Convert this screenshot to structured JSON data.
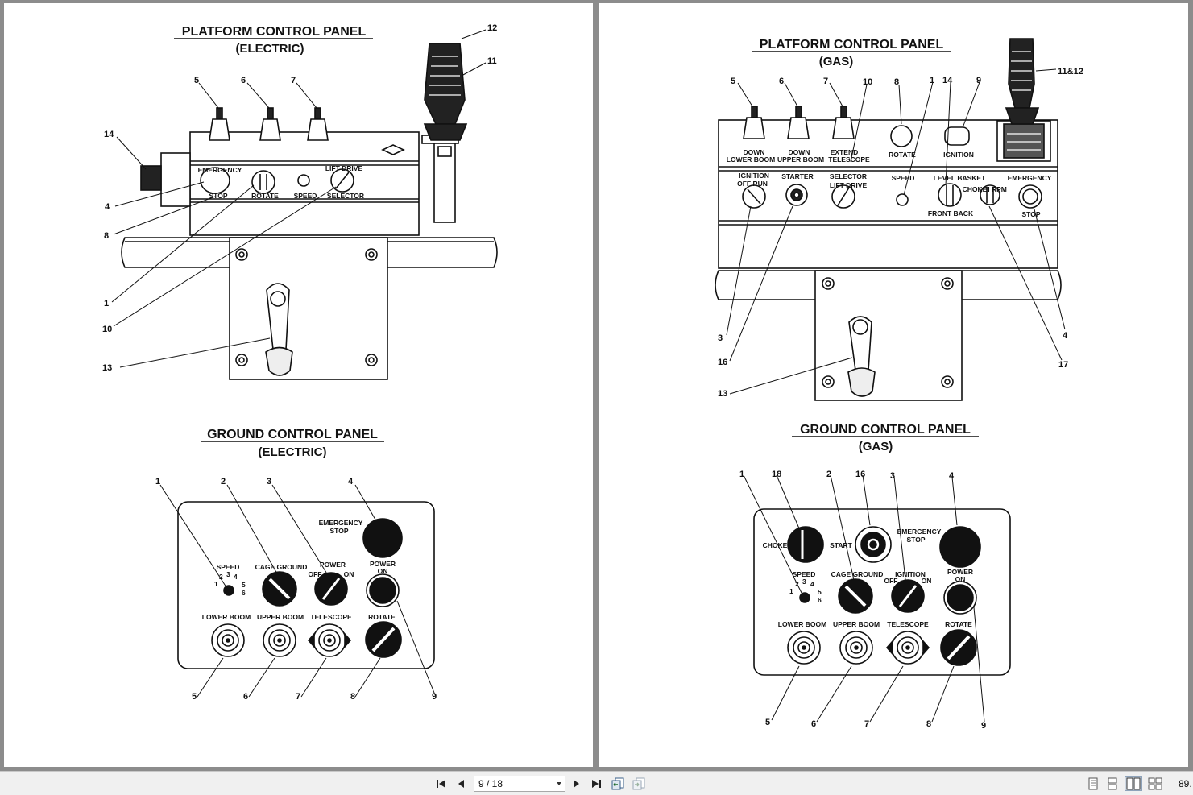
{
  "left_page": {
    "platform_title": "PLATFORM CONTROL PANEL",
    "platform_subtitle": "(ELECTRIC)",
    "ground_title": "GROUND CONTROL PANEL",
    "ground_subtitle": "(ELECTRIC)",
    "platform_labels": {
      "emergency": "EMERGENCY",
      "stop": "STOP",
      "rotate": "ROTATE",
      "speed": "SPEED",
      "lift_drive": "LIFT  DRIVE",
      "selector": "SELECTOR"
    },
    "platform_callouts": [
      "5",
      "6",
      "7",
      "12",
      "11",
      "14",
      "4",
      "8",
      "1",
      "10",
      "13"
    ],
    "ground_labels": {
      "emergency_stop_1": "EMERGENCY",
      "emergency_stop_2": "STOP",
      "speed": "SPEED",
      "cage_ground": "CAGE GROUND",
      "power": "POWER",
      "off": "OFF",
      "on": "ON",
      "power_on_1": "POWER",
      "power_on_2": "ON",
      "lower_boom": "LOWER BOOM",
      "upper_boom": "UPPER BOOM",
      "telescope": "TELESCOPE",
      "rotate": "ROTATE",
      "speed_digits": [
        "1",
        "2",
        "3",
        "4",
        "5",
        "6"
      ]
    },
    "ground_callouts": [
      "1",
      "2",
      "3",
      "4",
      "5",
      "6",
      "7",
      "8",
      "9"
    ]
  },
  "right_page": {
    "platform_title": "PLATFORM CONTROL PANEL",
    "platform_subtitle": "(GAS)",
    "ground_title": "GROUND CONTROL PANEL",
    "ground_subtitle": "(GAS)",
    "platform_labels": {
      "down_1": "DOWN",
      "lower_boom": "LOWER BOOM",
      "down_2": "DOWN",
      "upper_boom": "UPPER BOOM",
      "extend": "EXTEND",
      "telescope": "TELESCOPE",
      "rotate": "ROTATE",
      "ignition": "IGNITION",
      "ignition_top": "IGNITION",
      "off_run": "OFF    RUN",
      "starter": "STARTER",
      "selector": "SELECTOR",
      "lift_drive": "LIFT    DRIVE",
      "speed": "SPEED",
      "level_basket": "LEVEL BASKET",
      "front_back": "FRONT  BACK",
      "choke": "CHOKE",
      "hi_rpm": "HI RPM",
      "emergency": "EMERGENCY",
      "stop": "STOP"
    },
    "platform_callouts": [
      "5",
      "6",
      "7",
      "10",
      "8",
      "1",
      "14",
      "9",
      "11&12",
      "3",
      "16",
      "13",
      "4",
      "17"
    ],
    "ground_labels": {
      "choke": "CHOKE",
      "start": "START",
      "emergency_stop_1": "EMERGENCY",
      "emergency_stop_2": "STOP",
      "speed": "SPEED",
      "cage_ground": "CAGE GROUND",
      "ignition": "IGNITION",
      "off": "OFF",
      "on": "ON",
      "power_on_1": "POWER",
      "power_on_2": "ON",
      "lower_boom": "LOWER BOOM",
      "upper_boom": "UPPER BOOM",
      "telescope": "TELESCOPE",
      "rotate": "ROTATE",
      "speed_digits": [
        "1",
        "2",
        "3",
        "4",
        "5",
        "6"
      ]
    },
    "ground_callouts": [
      "1",
      "18",
      "2",
      "16",
      "3",
      "4",
      "5",
      "6",
      "7",
      "8",
      "9"
    ]
  },
  "toolbar": {
    "page_indicator": "9 / 18",
    "zoom_level": "89.",
    "icons": [
      "first-page-icon",
      "previous-page-icon",
      "next-page-icon",
      "last-page-icon",
      "go-back-view-icon",
      "go-forward-view-icon",
      "single-page-view-icon",
      "continuous-view-icon",
      "two-page-view-icon",
      "two-page-continuous-view-icon"
    ]
  }
}
